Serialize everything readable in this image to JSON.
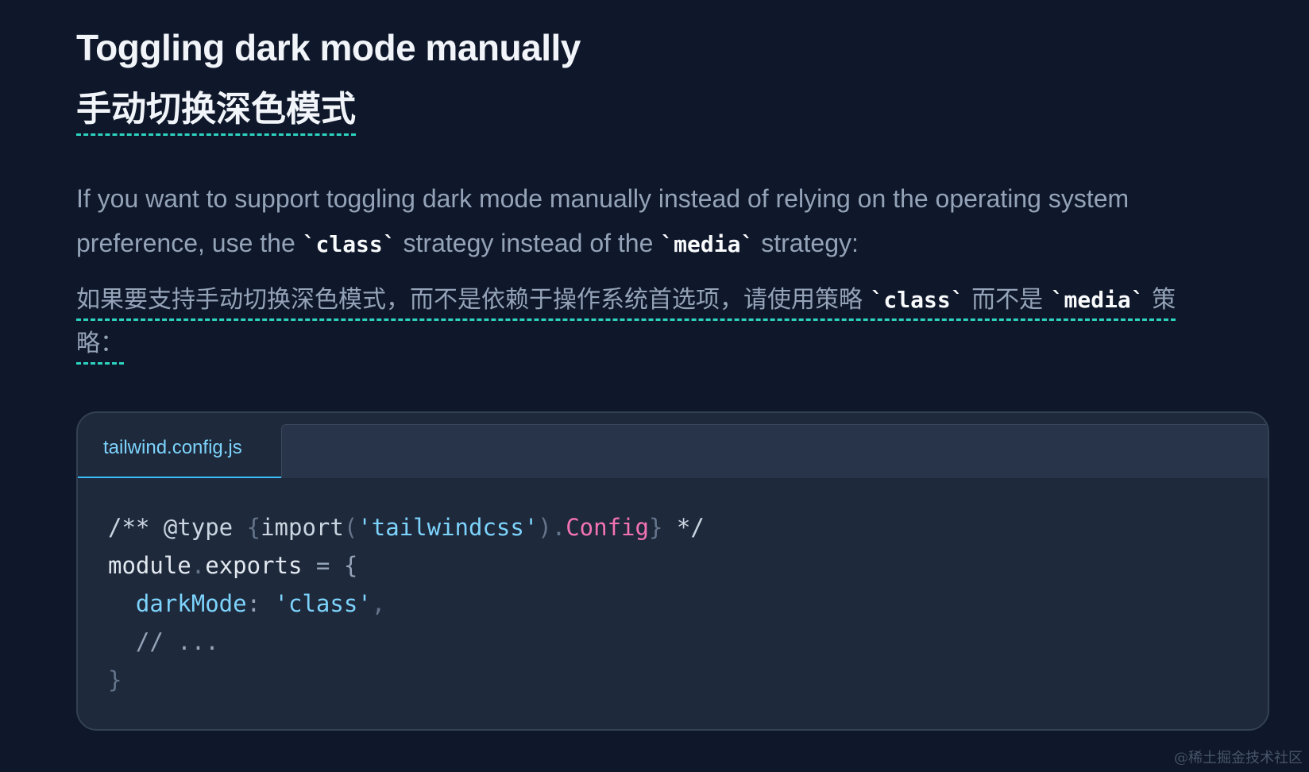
{
  "heading": {
    "title_en": "Toggling dark mode manually",
    "title_zh": "手动切换深色模式"
  },
  "paragraph_en": {
    "part1": "If you want to support toggling dark mode manually instead of relying on the operating system preference, use the ",
    "code1": "`class`",
    "part2": " strategy instead of the ",
    "code2": "`media`",
    "part3": " strategy:"
  },
  "paragraph_zh": {
    "part1": "如果要支持手动切换深色模式，而不是依赖于操作系统首选项，请使用策略 ",
    "code1": "`class`",
    "part2": " 而不是 ",
    "code2": "`media`",
    "part3": " 策",
    "part4": "略："
  },
  "code_block": {
    "tab_label": "tailwind.config.js",
    "lines": {
      "l1": {
        "a": "/** @type ",
        "b": "{",
        "c": "import",
        "d": "(",
        "e": "'tailwindcss'",
        "f": ").",
        "g": "Config",
        "h": "}",
        "i": " */"
      },
      "l2": {
        "a": "module",
        "b": ".",
        "c": "exports ",
        "d": "= {"
      },
      "l3": {
        "indent": "  ",
        "a": "darkMode",
        "b": ": ",
        "c": "'class'",
        "d": ","
      },
      "l4": {
        "indent": "  ",
        "a": "// ..."
      },
      "l5": {
        "a": "}"
      }
    }
  },
  "watermark": "@稀土掘金技术社区",
  "colors": {
    "background": "#0f172a",
    "card": "#1e293b",
    "accent_underline": "#2dd4bf",
    "tab_accent": "#38bdf8",
    "string": "#7dd3fc",
    "type_name": "#f472b6"
  }
}
